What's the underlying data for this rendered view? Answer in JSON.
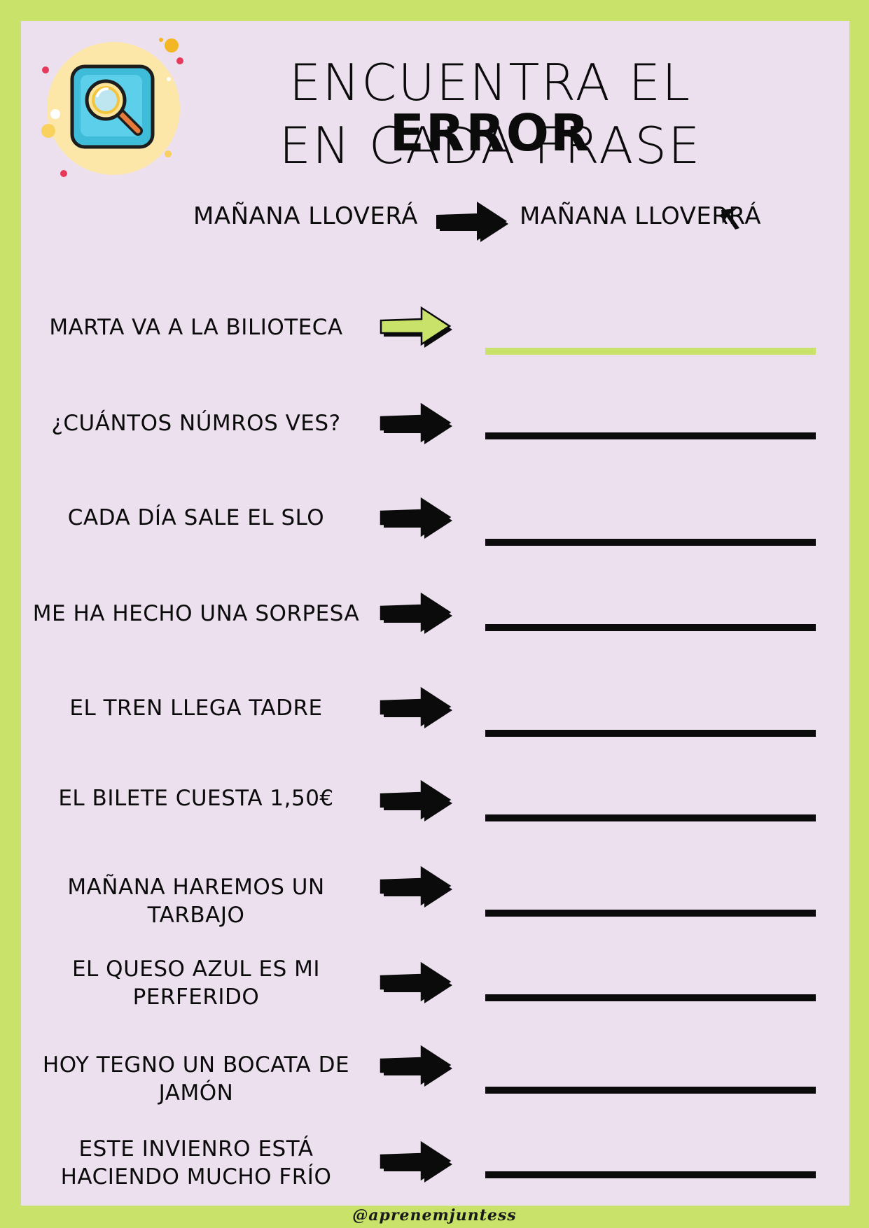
{
  "header": {
    "title_line1_regular": "ENCUENTRA EL ",
    "title_line1_bold": "ERROR",
    "title_line2": "EN CADA FRASE",
    "logo_icon": "magnifying-glass-icon"
  },
  "example": {
    "wrong": "MAÑANA LLOVERÁ",
    "corrected": "MAÑANA LLOVERRÁ",
    "arrow_icon": "right-arrow-icon",
    "insertion_mark_icon": "insertion-caret-icon"
  },
  "exercises": [
    {
      "sentence": "MARTA VA A LA BILIOTECA",
      "answer": ""
    },
    {
      "sentence": "¿CUÁNTOS NÚMROS VES?",
      "answer": ""
    },
    {
      "sentence": "CADA DÍA SALE EL SLO",
      "answer": ""
    },
    {
      "sentence": "ME HA HECHO UNA SORPESA",
      "answer": ""
    },
    {
      "sentence": "EL TREN LLEGA TADRE",
      "answer": ""
    },
    {
      "sentence": "EL BILETE CUESTA 1,50€",
      "answer": ""
    },
    {
      "sentence": "MAÑANA HAREMOS UN TARBAJO",
      "answer": ""
    },
    {
      "sentence": "EL QUESO AZUL ES MI PERFERIDO",
      "answer": ""
    },
    {
      "sentence": "HOY TEGNO UN BOCATA DE JAMÓN",
      "answer": ""
    },
    {
      "sentence": "ESTE INVIENRO ESTÁ HACIENDO MUCHO FRÍO",
      "answer": ""
    }
  ],
  "footer": {
    "credit": "@aprenemjuntess"
  },
  "colors": {
    "border": "#c8e26a",
    "sheet": "#ece0ef",
    "ink": "#0b0b0b",
    "accent_arrow": "#c8e26a",
    "logo_circle": "#fce7a8",
    "logo_tile": "#3ebcd9"
  }
}
